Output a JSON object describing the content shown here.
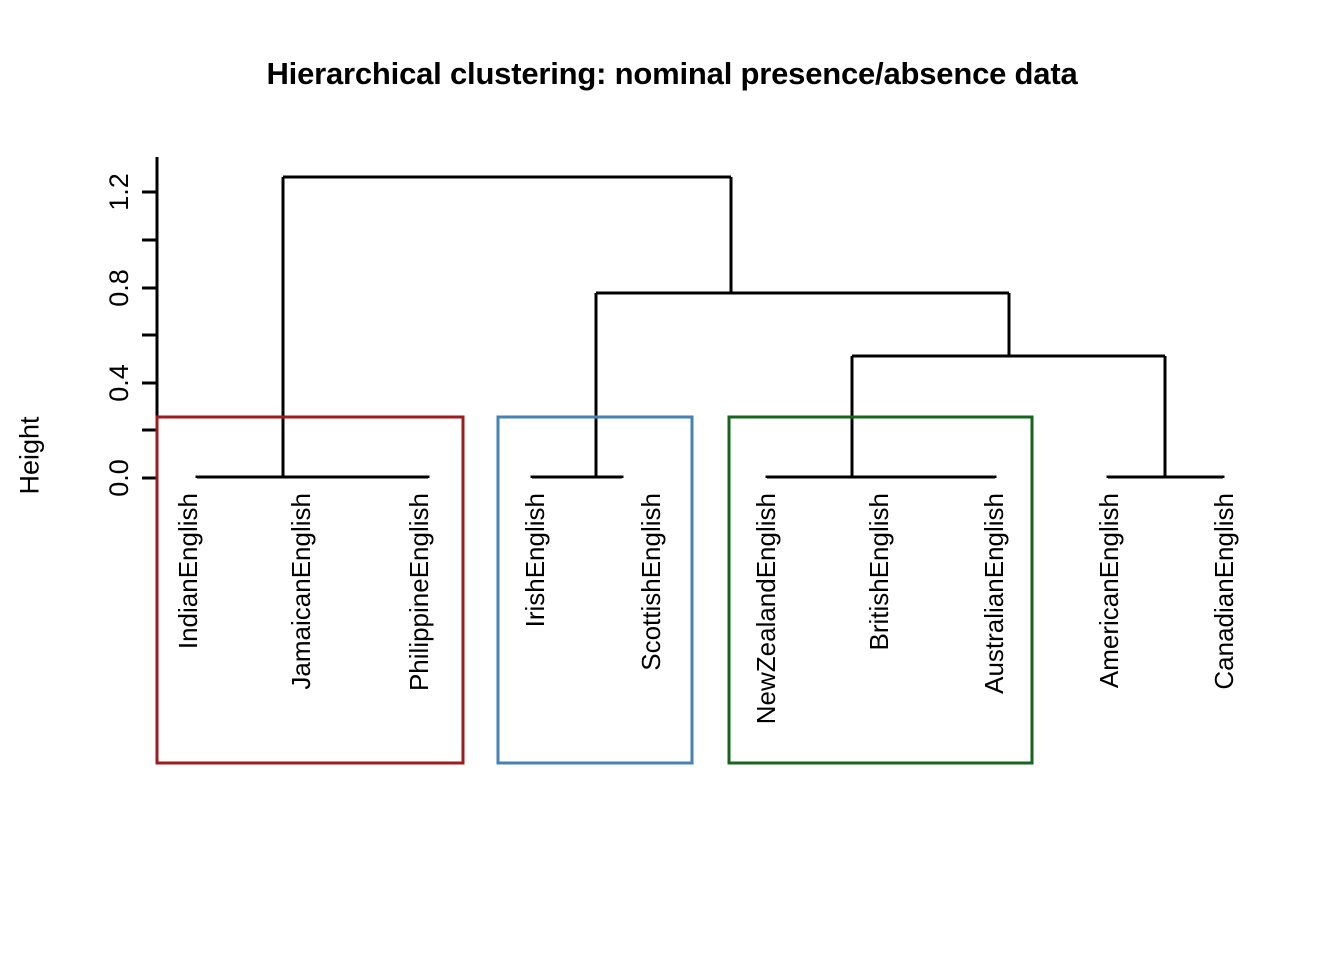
{
  "chart_data": {
    "type": "dendrogram",
    "title": "Hierarchical clustering: nominal presence/absence data",
    "xlabel": "",
    "ylabel": "Height",
    "ylim": [
      0.0,
      1.3
    ],
    "grid": false,
    "legend": "none",
    "yticks": [
      {
        "value": 0.0,
        "label": "0.0",
        "major": true
      },
      {
        "value": 0.2,
        "label": "",
        "major": false
      },
      {
        "value": 0.4,
        "label": "0.4",
        "major": true
      },
      {
        "value": 0.6,
        "label": "",
        "major": false
      },
      {
        "value": 0.8,
        "label": "0.8",
        "major": true
      },
      {
        "value": 1.0,
        "label": "",
        "major": false
      },
      {
        "value": 1.2,
        "label": "1.2",
        "major": true
      }
    ],
    "leaves": [
      {
        "label": "IndianEnglish",
        "order": 1,
        "cluster": 1
      },
      {
        "label": "JamaicanEnglish",
        "order": 2,
        "cluster": 1
      },
      {
        "label": "PhilippineEnglish",
        "order": 3,
        "cluster": 1
      },
      {
        "label": "IrishEnglish",
        "order": 4,
        "cluster": 2
      },
      {
        "label": "ScottishEnglish",
        "order": 5,
        "cluster": 2
      },
      {
        "label": "NewZealandEnglish",
        "order": 6,
        "cluster": 3
      },
      {
        "label": "BritishEnglish",
        "order": 7,
        "cluster": 3
      },
      {
        "label": "AustralianEnglish",
        "order": 8,
        "cluster": 3
      },
      {
        "label": "AmericanEnglish",
        "order": 9,
        "cluster": 4
      },
      {
        "label": "CanadianEnglish",
        "order": 10,
        "cluster": 4
      }
    ],
    "merges": [
      {
        "id": "m1",
        "left": "IndianEnglish",
        "right": "PhilippineEnglish",
        "height": 0.0
      },
      {
        "id": "m2",
        "left": "IrishEnglish",
        "right": "ScottishEnglish",
        "height": 0.0
      },
      {
        "id": "m3",
        "left": "NewZealandEnglish",
        "right": "AustralianEnglish",
        "height": 0.0
      },
      {
        "id": "m4",
        "left": "AmericanEnglish",
        "right": "CanadianEnglish",
        "height": 0.0
      },
      {
        "id": "m5",
        "left": "m3",
        "right": "m4",
        "height": 0.52
      },
      {
        "id": "m6",
        "left": "m2",
        "right": "m5",
        "height": 0.78
      },
      {
        "id": "m7",
        "left": "m1",
        "right": "m6",
        "height": 1.25
      }
    ],
    "clusters": [
      {
        "index": 1,
        "color": "#9E1B20",
        "boxed": true,
        "members": [
          "IndianEnglish",
          "JamaicanEnglish",
          "PhilippineEnglish"
        ]
      },
      {
        "index": 2,
        "color": "#4682B4",
        "boxed": true,
        "members": [
          "IrishEnglish",
          "ScottishEnglish"
        ]
      },
      {
        "index": 3,
        "color": "#17651C",
        "boxed": true,
        "members": [
          "NewZealandEnglish",
          "BritishEnglish",
          "AustralianEnglish"
        ]
      },
      {
        "index": 4,
        "color": "#000000",
        "boxed": false,
        "members": [
          "AmericanEnglish",
          "CanadianEnglish"
        ]
      }
    ]
  },
  "colors": {
    "background": "#ffffff",
    "foreground": "#000000",
    "cluster_red": "#9E1B20",
    "cluster_blue": "#4682B4",
    "cluster_green": "#17651C"
  }
}
